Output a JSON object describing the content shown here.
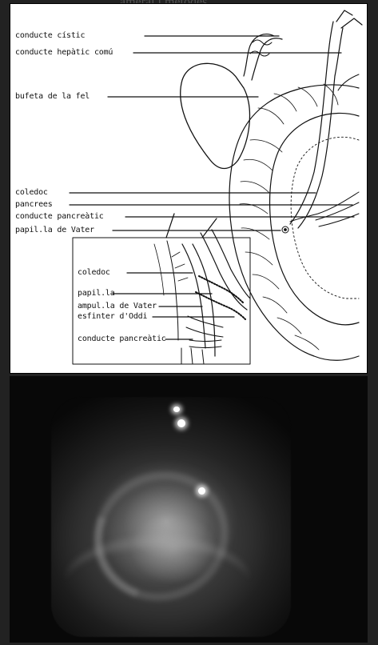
{
  "diagram": {
    "labels": {
      "conducte_cistic": "conducte cístic",
      "conducte_hepatic_comu": "conducte hepàtic comú",
      "bufeta_de_la_fel": "bufeta de la fel",
      "coledoc": "coledoc",
      "pancrees": "pancrees",
      "conducte_pancreatic": "conducte pancreàtic",
      "papilla_de_vater": "papil.la de Vater"
    },
    "inset_labels": {
      "coledoc": "coledoc",
      "papilla": "papil.la",
      "ampulla_de_vater": "ampul.la de Vater",
      "esfinter_doddi": "esfinter d'Oddi",
      "conducte_pancreatic": "conducte pancreàtic"
    }
  }
}
